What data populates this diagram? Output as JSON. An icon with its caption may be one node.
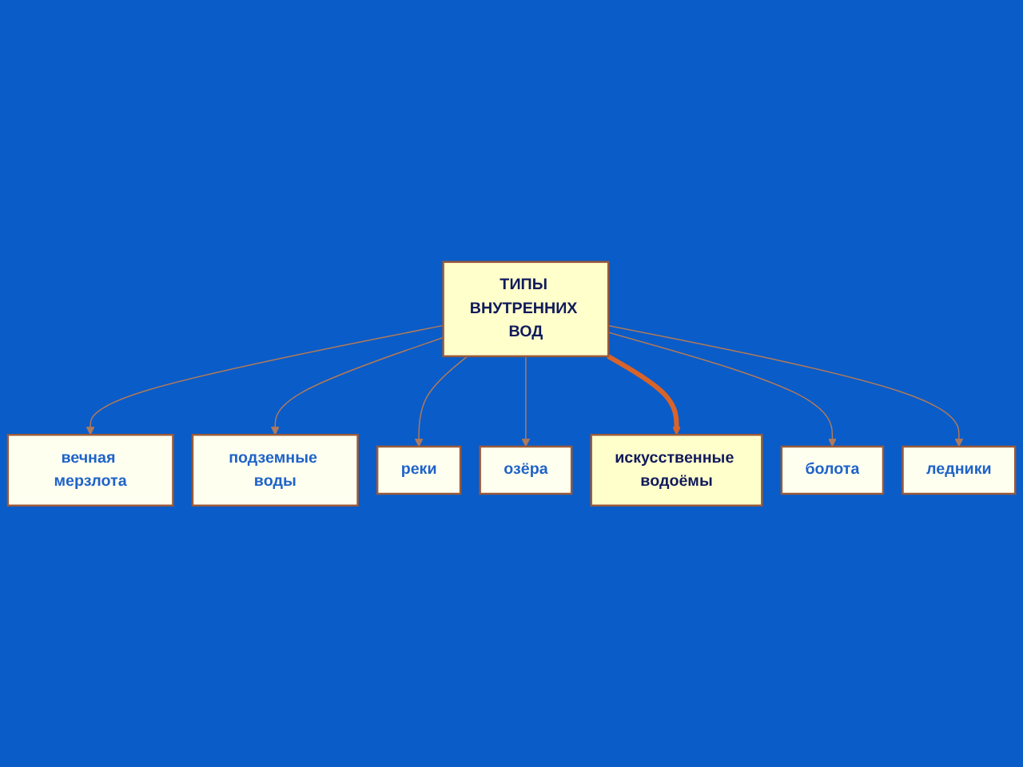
{
  "diagram": {
    "nodes": [
      {
        "text": [
          "ТИПЫ ВНУТРЕННИХ ВОД"
        ]
      },
      {
        "text": [
          "вечная мерзлота"
        ]
      },
      {
        "text": [
          "подземные воды"
        ]
      },
      {
        "text": [
          "реки"
        ]
      },
      {
        "text": [
          "озёра"
        ]
      },
      {
        "text": [
          "искусственные водоёмы"
        ]
      },
      {
        "text": [
          "болота"
        ]
      },
      {
        "text": [
          "ледники"
        ]
      }
    ],
    "edges": [
      {
        "from": 0,
        "to": 1,
        "arrow": "to"
      },
      {
        "from": 0,
        "to": 2,
        "arrow": "to"
      },
      {
        "from": 0,
        "to": 3,
        "arrow": "to"
      },
      {
        "from": 0,
        "to": 4,
        "arrow": "to"
      },
      {
        "from": 0,
        "to": 5,
        "arrow": "to",
        "style": "thick",
        "color": "#d8642a"
      },
      {
        "from": 0,
        "to": 6,
        "arrow": "to"
      },
      {
        "from": 0,
        "to": 7,
        "arrow": "to"
      }
    ]
  }
}
